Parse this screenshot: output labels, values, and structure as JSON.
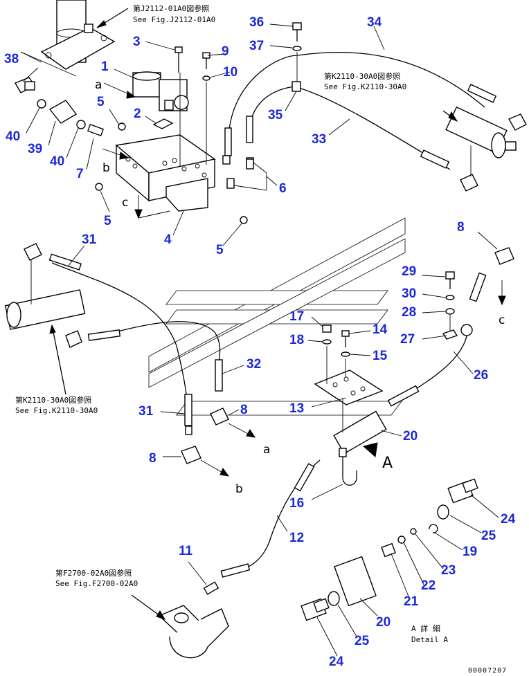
{
  "labels": [
    {
      "id": "l36",
      "text": "36"
    },
    {
      "id": "l34",
      "text": "34"
    },
    {
      "id": "l38",
      "text": "38"
    },
    {
      "id": "l3",
      "text": "3"
    },
    {
      "id": "l9",
      "text": "9"
    },
    {
      "id": "l37",
      "text": "37"
    },
    {
      "id": "l1",
      "text": "1"
    },
    {
      "id": "l10",
      "text": "10"
    },
    {
      "id": "l5a",
      "text": "5"
    },
    {
      "id": "l2",
      "text": "2"
    },
    {
      "id": "l35",
      "text": "35"
    },
    {
      "id": "l40a",
      "text": "40"
    },
    {
      "id": "l39",
      "text": "39"
    },
    {
      "id": "l40b",
      "text": "40"
    },
    {
      "id": "l7",
      "text": "7"
    },
    {
      "id": "l33",
      "text": "33"
    },
    {
      "id": "l6",
      "text": "6"
    },
    {
      "id": "l5b",
      "text": "5"
    },
    {
      "id": "l4",
      "text": "4"
    },
    {
      "id": "l5c",
      "text": "5"
    },
    {
      "id": "l8a",
      "text": "8"
    },
    {
      "id": "l31a",
      "text": "31"
    },
    {
      "id": "l29",
      "text": "29"
    },
    {
      "id": "l30",
      "text": "30"
    },
    {
      "id": "l28",
      "text": "28"
    },
    {
      "id": "l17",
      "text": "17"
    },
    {
      "id": "l14",
      "text": "14"
    },
    {
      "id": "l18",
      "text": "18"
    },
    {
      "id": "l27",
      "text": "27"
    },
    {
      "id": "l15",
      "text": "15"
    },
    {
      "id": "l26",
      "text": "26"
    },
    {
      "id": "l32",
      "text": "32"
    },
    {
      "id": "l13",
      "text": "13"
    },
    {
      "id": "l31b",
      "text": "31"
    },
    {
      "id": "l8b",
      "text": "8"
    },
    {
      "id": "l20a",
      "text": "20"
    },
    {
      "id": "l8c",
      "text": "8"
    },
    {
      "id": "l16",
      "text": "16"
    },
    {
      "id": "l12",
      "text": "12"
    },
    {
      "id": "l24a",
      "text": "24"
    },
    {
      "id": "l25a",
      "text": "25"
    },
    {
      "id": "l19",
      "text": "19"
    },
    {
      "id": "l11",
      "text": "11"
    },
    {
      "id": "l23",
      "text": "23"
    },
    {
      "id": "l22",
      "text": "22"
    },
    {
      "id": "l21",
      "text": "21"
    },
    {
      "id": "l20b",
      "text": "20"
    },
    {
      "id": "l25b",
      "text": "25"
    },
    {
      "id": "l24b",
      "text": "24"
    }
  ],
  "refs": {
    "j2112_jp": "第J2112-01A0図参照",
    "j2112_en": "See Fig.J2112-01A0",
    "k2110a_jp": "第K2110-30A0図参照",
    "k2110a_en": "See Fig.K2110-30A0",
    "k2110b_jp": "第K2110-30A0図参照",
    "k2110b_en": "See Fig.K2110-30A0",
    "f2700_jp": "第F2700-02A0図参照",
    "f2700_en": "See Fig.F2700-02A0"
  },
  "letters": {
    "a1": "a",
    "b1": "b",
    "c1": "c",
    "c2": "c",
    "a2": "a",
    "b2": "b",
    "A": "A"
  },
  "detail": {
    "jp": "A 詳 細",
    "en": "Detail A"
  },
  "code": "00007207",
  "colors": {
    "callout": "#1a28d8",
    "line": "#000000"
  }
}
